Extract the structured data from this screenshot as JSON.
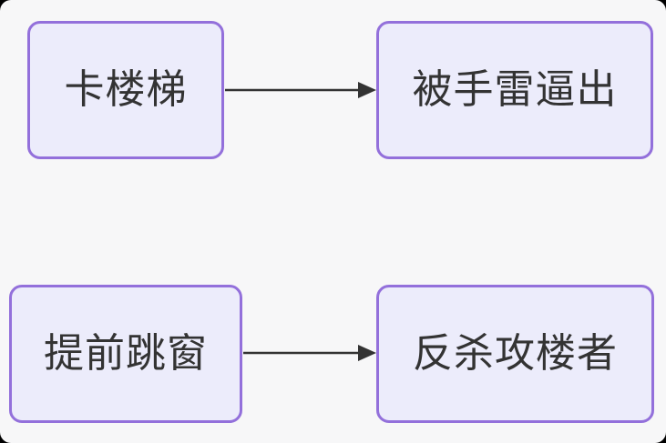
{
  "diagram": {
    "type": "flowchart",
    "direction": "left-to-right",
    "nodes": [
      {
        "id": "A",
        "label": "卡楼梯"
      },
      {
        "id": "B",
        "label": "被手雷逼出"
      },
      {
        "id": "C",
        "label": "提前跳窗"
      },
      {
        "id": "D",
        "label": "反杀攻楼者"
      }
    ],
    "edges": [
      {
        "from": "A",
        "to": "B",
        "style": "arrow-right"
      },
      {
        "from": "C",
        "to": "D",
        "style": "arrow-right"
      }
    ],
    "colors": {
      "background": "#f7f7f8",
      "node_fill": "#ececfb",
      "node_border": "#9370db",
      "edge_color": "#333333",
      "text_color": "#333333",
      "outer_corner": "#000000"
    }
  }
}
